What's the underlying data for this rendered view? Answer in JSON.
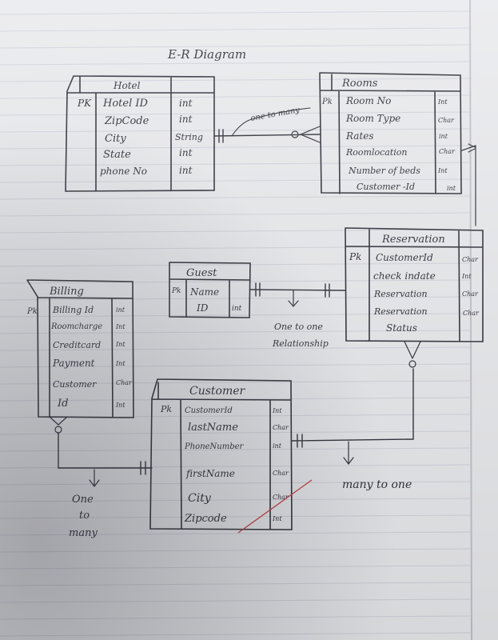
{
  "title": "E-R Diagram",
  "entities": {
    "hotel": {
      "name": "Hotel",
      "pk": "PK",
      "attributes": [
        {
          "name": "Hotel ID",
          "type": "int"
        },
        {
          "name": "ZipCode",
          "type": "int"
        },
        {
          "name": "City",
          "type": "String"
        },
        {
          "name": "State",
          "type": "int"
        },
        {
          "name": "phone No",
          "type": "int"
        }
      ]
    },
    "rooms": {
      "name": "Rooms",
      "pk": "Pk",
      "attributes": [
        {
          "name": "Room No",
          "type": "Int"
        },
        {
          "name": "Room Type",
          "type": "Char"
        },
        {
          "name": "Rates",
          "type": "int"
        },
        {
          "name": "Roomlocation",
          "type": "Char"
        },
        {
          "name": "Number of beds",
          "type": "Int"
        },
        {
          "name": "Customer -Id",
          "type": "int"
        }
      ]
    },
    "reservation": {
      "name": "Reservation",
      "pk": "Pk",
      "attributes": [
        {
          "name": "CustomerId",
          "type": "Char"
        },
        {
          "name": "check indate",
          "type": "Int"
        },
        {
          "name": "Reservation",
          "type": "Char"
        },
        {
          "name": "Reservation",
          "type": "Char"
        },
        {
          "name": "Status",
          "type": ""
        }
      ]
    },
    "guest": {
      "name": "Guest",
      "pk": "Pk",
      "attributes": [
        {
          "name": "Name",
          "type": ""
        },
        {
          "name": "ID",
          "type": "int"
        }
      ]
    },
    "billing": {
      "name": "Billing",
      "pk": "Pk",
      "attributes": [
        {
          "name": "Billing Id",
          "type": "int"
        },
        {
          "name": "Roomcharge",
          "type": "Int"
        },
        {
          "name": "Creditcard",
          "type": "Int"
        },
        {
          "name": "Payment",
          "type": "Int"
        },
        {
          "name": "Customer",
          "type": "Char"
        },
        {
          "name": "Id",
          "type": "Int"
        }
      ]
    },
    "customer": {
      "name": "Customer",
      "pk": "Pk",
      "attributes": [
        {
          "name": "CustomerId",
          "type": "Int"
        },
        {
          "name": "lastName",
          "type": "Char"
        },
        {
          "name": "PhoneNumber",
          "type": "int"
        },
        {
          "name": "firstName",
          "type": "Char"
        },
        {
          "name": "City",
          "type": "Char"
        },
        {
          "name": "Zipcode",
          "type": "Int"
        }
      ]
    }
  },
  "relationships": {
    "hotel_rooms": "one to many",
    "guest_reservation_line1": "One to one",
    "guest_reservation_line2": "Relationship",
    "customer_reservation": "many to one",
    "billing_customer_line1": "One",
    "billing_customer_line2": "to",
    "billing_customer_line3": "many"
  }
}
